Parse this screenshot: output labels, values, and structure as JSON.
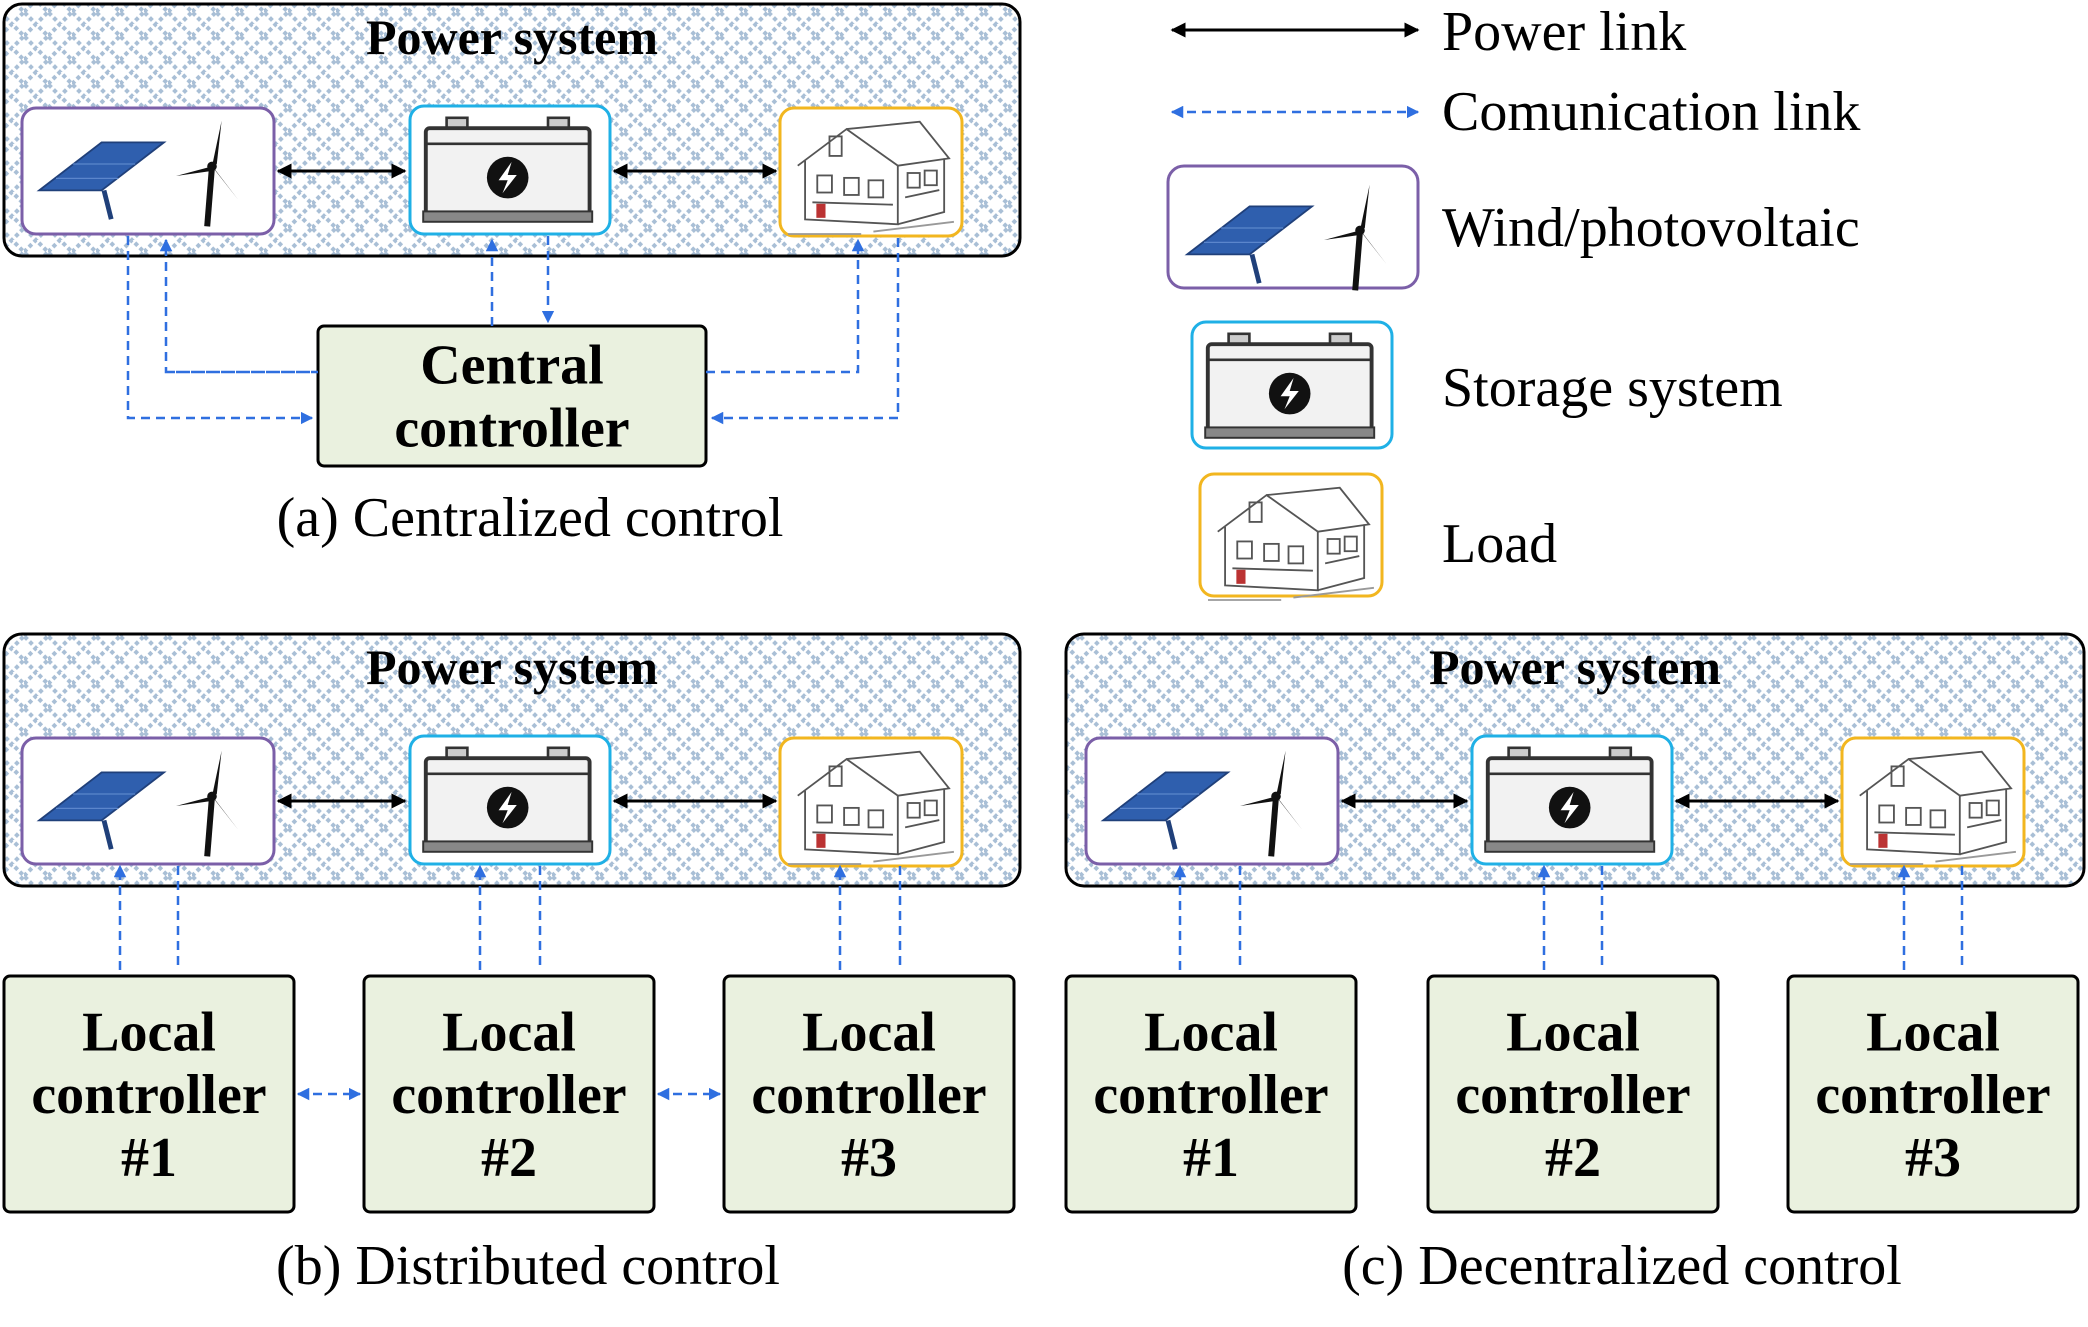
{
  "colors": {
    "power_link": "#000000",
    "comm_link": "#2f6fe0",
    "renewable_border": "#7b5fa8",
    "storage_border": "#1fb0e6",
    "load_border": "#f2b61f",
    "controller_fill": "#eaf1df",
    "grid_pattern": "#a9bfd6",
    "panel": "#2f5fae"
  },
  "legend": {
    "power_link": "Power link",
    "comm_link": "Comunication link",
    "renewable": "Wind/photovoltaic",
    "storage": "Storage system",
    "load": "Load"
  },
  "panels": {
    "a": {
      "power_system_title": "Power system",
      "controller_lines": [
        "Central",
        "controller"
      ],
      "caption": "(a) Centralized control"
    },
    "b": {
      "power_system_title": "Power system",
      "controllers": [
        {
          "lines": [
            "Local",
            "controller",
            "#1"
          ]
        },
        {
          "lines": [
            "Local",
            "controller",
            "#2"
          ]
        },
        {
          "lines": [
            "Local",
            "controller",
            "#3"
          ]
        }
      ],
      "caption": "(b) Distributed control"
    },
    "c": {
      "power_system_title": "Power system",
      "controllers": [
        {
          "lines": [
            "Local",
            "controller",
            "#1"
          ]
        },
        {
          "lines": [
            "Local",
            "controller",
            "#2"
          ]
        },
        {
          "lines": [
            "Local",
            "controller",
            "#3"
          ]
        }
      ],
      "caption": "(c) Decentralized control"
    }
  },
  "icons": {
    "renewable": [
      "solar-panel-icon",
      "wind-turbine-icon"
    ],
    "storage": "battery-icon",
    "load": "house-icon"
  }
}
